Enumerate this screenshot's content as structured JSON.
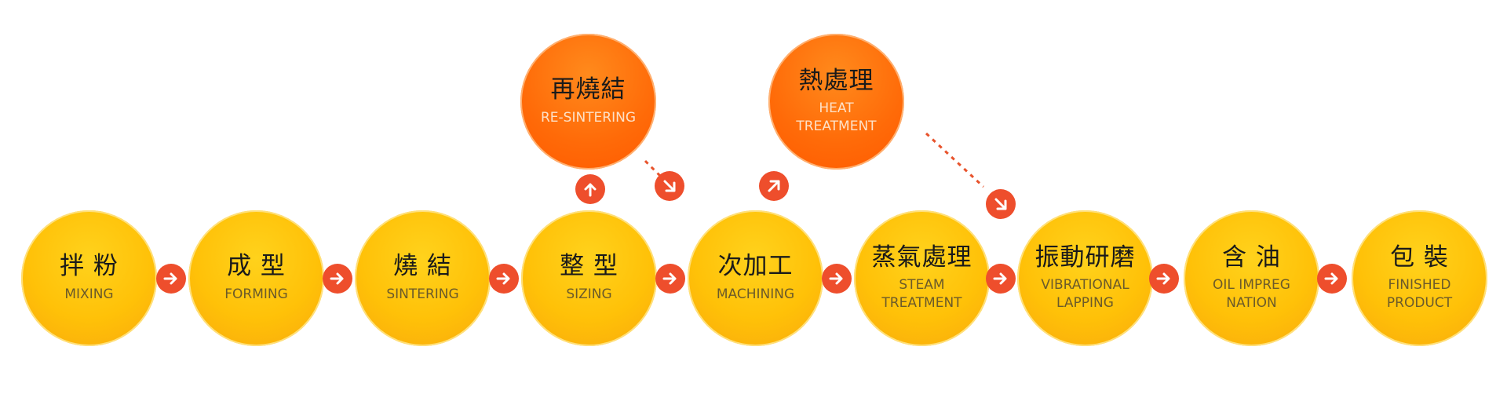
{
  "main_steps": [
    {
      "zh": "拌 粉",
      "en": [
        "MIXING"
      ]
    },
    {
      "zh": "成 型",
      "en": [
        "FORMING"
      ]
    },
    {
      "zh": "燒 結",
      "en": [
        "SINTERING"
      ]
    },
    {
      "zh": "整 型",
      "en": [
        "SIZING"
      ]
    },
    {
      "zh": "次加工",
      "en": [
        "MACHINING"
      ]
    },
    {
      "zh": "蒸氣處理",
      "en": [
        "STEAM",
        "TREATMENT"
      ]
    },
    {
      "zh": "振動研磨",
      "en": [
        "VIBRATIONAL",
        "LAPPING"
      ]
    },
    {
      "zh": "含 油",
      "en": [
        "OIL IMPREG",
        "NATION"
      ]
    },
    {
      "zh": "包 裝",
      "en": [
        "FINISHED",
        "PRODUCT"
      ]
    }
  ],
  "branch_steps": [
    {
      "zh": "再燒結",
      "en": [
        "RE-SINTERING"
      ]
    },
    {
      "zh": "熱處理",
      "en": [
        "HEAT",
        "TREATMENT"
      ]
    }
  ],
  "colors": {
    "main_circle": "#ffc108",
    "branch_circle": "#ff6a08",
    "arrow": "#ee4e2c",
    "dotted_line": "#e8532c"
  }
}
